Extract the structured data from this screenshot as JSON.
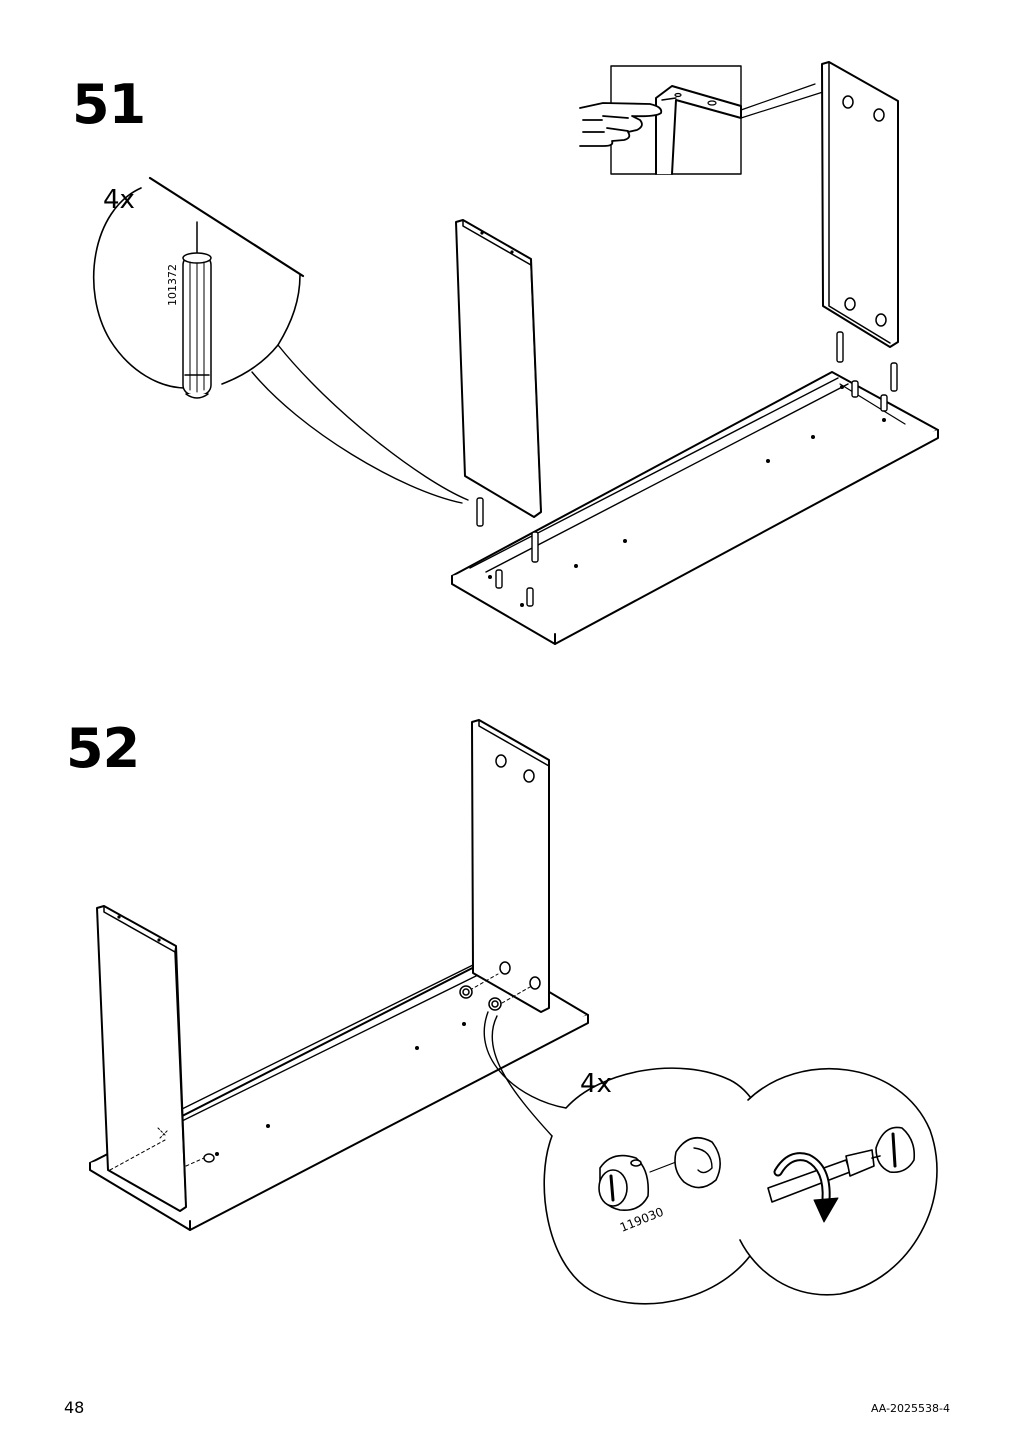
{
  "step_51": {
    "number": "51",
    "quantity": "4x",
    "part_number": "101372"
  },
  "step_52": {
    "number": "52",
    "quantity": "4x",
    "part_number": "119030"
  },
  "footer": {
    "page_number": "48",
    "document_code": "AA-2025538-4"
  }
}
